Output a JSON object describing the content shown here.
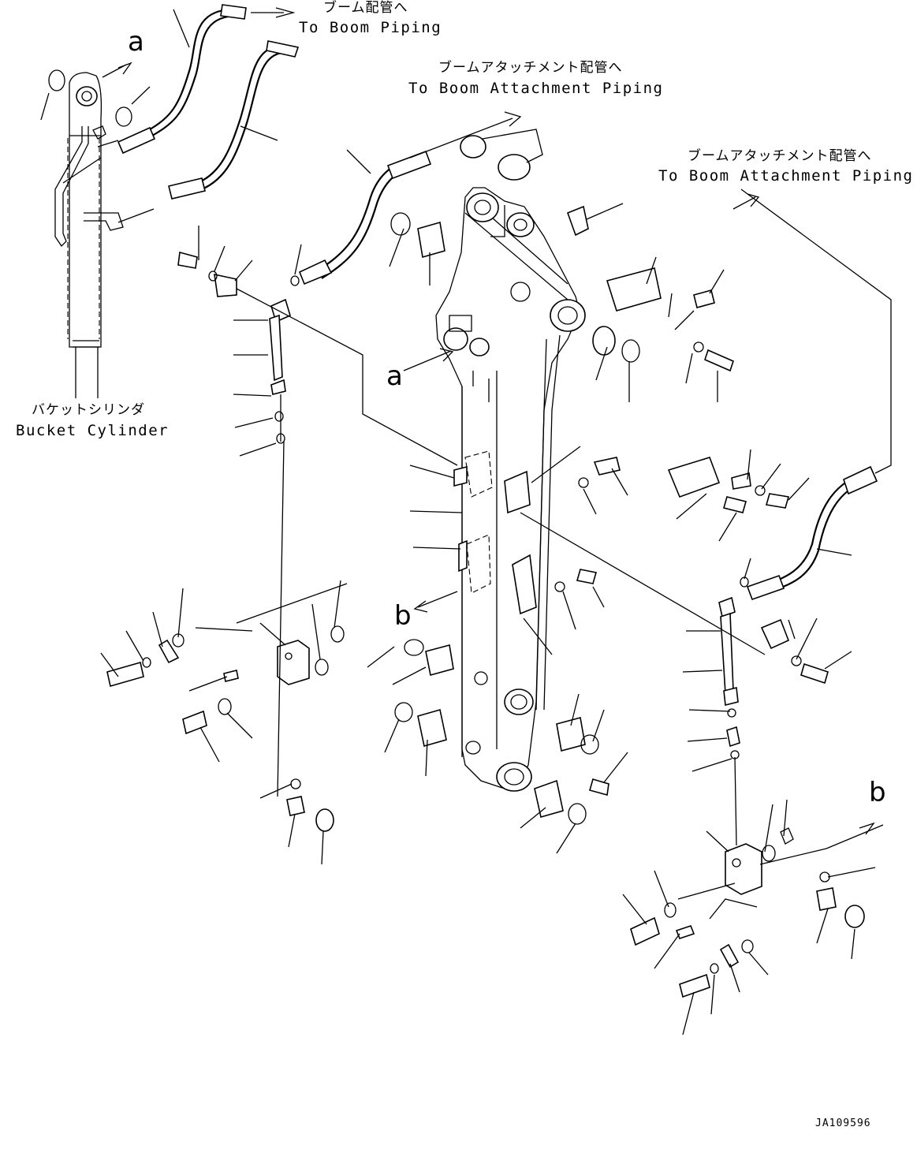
{
  "labels": {
    "boom_piping_jp": "ブーム配管へ",
    "boom_piping_en": "To Boom Piping",
    "attach_piping_center_jp": "ブームアタッチメント配管へ",
    "attach_piping_center_en": "To Boom Attachment Piping",
    "attach_piping_right_jp": "ブームアタッチメント配管へ",
    "attach_piping_right_en": "To Boom Attachment Piping",
    "bucket_cylinder_jp": "バケットシリンダ",
    "bucket_cylinder_en": "Bucket Cylinder",
    "view_a_top": "a",
    "view_a_mid": "a",
    "view_b_mid": "b",
    "view_b_right": "b",
    "drawing_code": "JA109596"
  },
  "colors": {
    "ink": "#000000",
    "paper": "#ffffff"
  }
}
